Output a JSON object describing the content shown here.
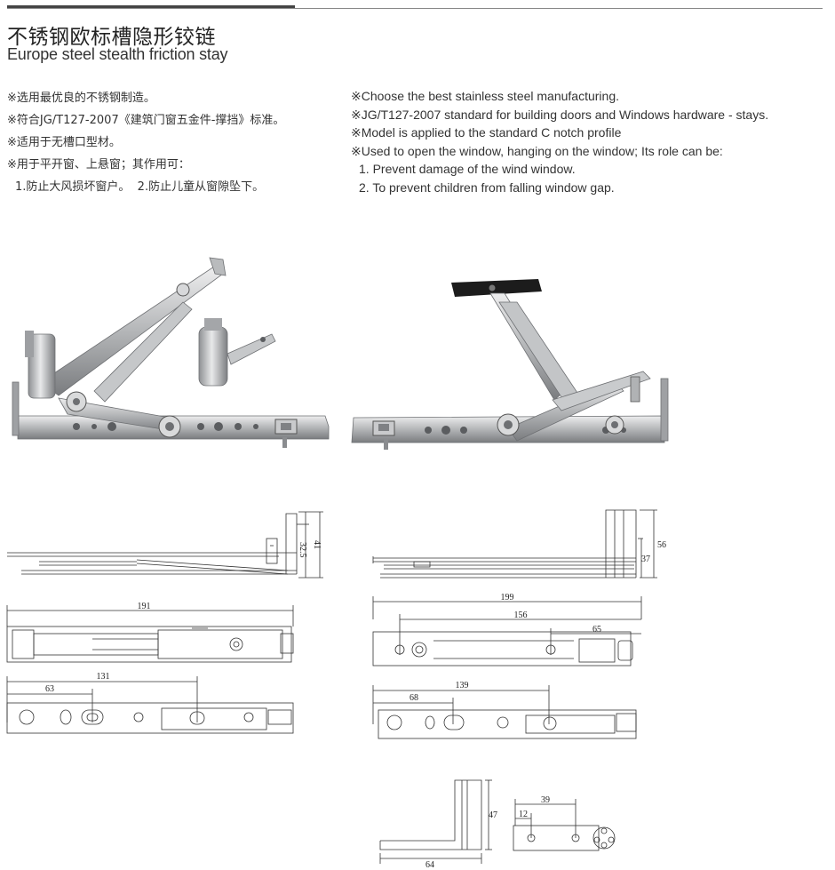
{
  "header": {
    "title_cn": "不锈钢欧标槽隐形铰链",
    "title_en": "Europe steel stealth friction stay"
  },
  "description_cn": [
    "※选用最优良的不锈钢制造。",
    "※符合JG/T127-2007《建筑门窗五金件-撑挡》标准。",
    "※适用于无槽口型材。",
    "※用于平开窗、上悬窗；其作用可：",
    "1.防止大风损坏窗户。  2.防止儿童从窗隙坠下。"
  ],
  "description_en": [
    "※Choose the best stainless steel manufacturing.",
    "※JG/T127-2007 standard for building doors and Windows hardware - stays.",
    "※Model is applied to the standard C notch profile",
    "※Used to open the window, hanging on the window; Its role can be:",
    "1. Prevent damage of the wind window.",
    "2. To prevent children from falling window gap."
  ],
  "dimensions": {
    "left_side_height": "41",
    "left_side_inner": "32.5",
    "left_top_length": "191",
    "left_bottom_length": "131",
    "left_bottom_offset": "63",
    "right_side_height": "56",
    "right_side_inner": "37",
    "right_top_length": "199",
    "right_top_inner": "156",
    "right_top_small": "65",
    "right_bottom_length": "139",
    "right_bottom_offset": "68",
    "bracket_height": "47",
    "bracket_width": "64",
    "bracket_hole_span": "39",
    "bracket_hole_offset": "12"
  },
  "colors": {
    "steel_light": "#d9dadb",
    "steel_mid": "#a9abad",
    "steel_dark": "#6e7073",
    "plastic_black": "#1c1c1c",
    "line": "#333333"
  }
}
